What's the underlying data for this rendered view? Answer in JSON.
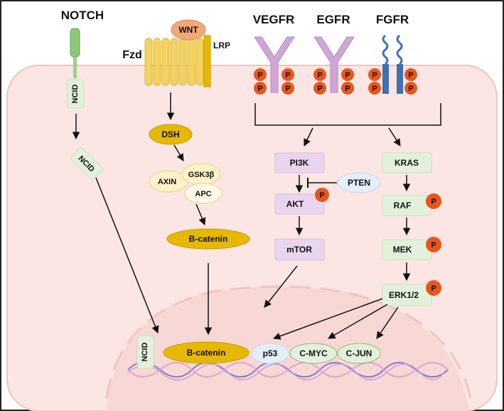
{
  "receptors": {
    "notch": "NOTCH",
    "wnt": "WNT",
    "fzd": "Fzd",
    "lrp": "LRP",
    "vegfr": "VEGFR",
    "egfr": "EGFR",
    "fgfr": "FGFR"
  },
  "phospho": "P",
  "wnt_path": {
    "dsh": "DSH",
    "axin": "AXIN",
    "gsk3b": "GSK3β",
    "apc": "APC",
    "bcatenin": "B-catenin"
  },
  "notch_path": {
    "ncid_membrane": "NCID",
    "ncid_cytoplasm": "NCID",
    "ncid_nucleus": "NCID"
  },
  "pi3k_path": {
    "pi3k": "PI3K",
    "pten": "PTEN",
    "akt": "AKT",
    "mtor": "mTOR"
  },
  "mapk_path": {
    "kras": "KRAS",
    "raf": "RAF",
    "mek": "MEK",
    "erk": "ERK1/2"
  },
  "nucleus": {
    "bcatenin": "B-catenin",
    "p53": "p53",
    "cmyc": "C-MYC",
    "cjun": "C-JUN"
  },
  "colors": {
    "cell_fill": "#fbe6e4",
    "cell_stroke": "#f1c3bd",
    "nucleus_fill": "#f7d8d5",
    "wnt_gold": "#e7b800",
    "fzd_yellow": "#f3d25e",
    "receptor_purple": "#cfa6d6",
    "fgfr_blue": "#3f6fb5",
    "phospho_orange": "#e8561e",
    "pi3k_box": "#ead5ee",
    "kras_box": "#e3f1dc",
    "pten_blue": "#e5eef9",
    "dna_purple": "#8e78c6",
    "dna_pink": "#e7a0cd"
  }
}
